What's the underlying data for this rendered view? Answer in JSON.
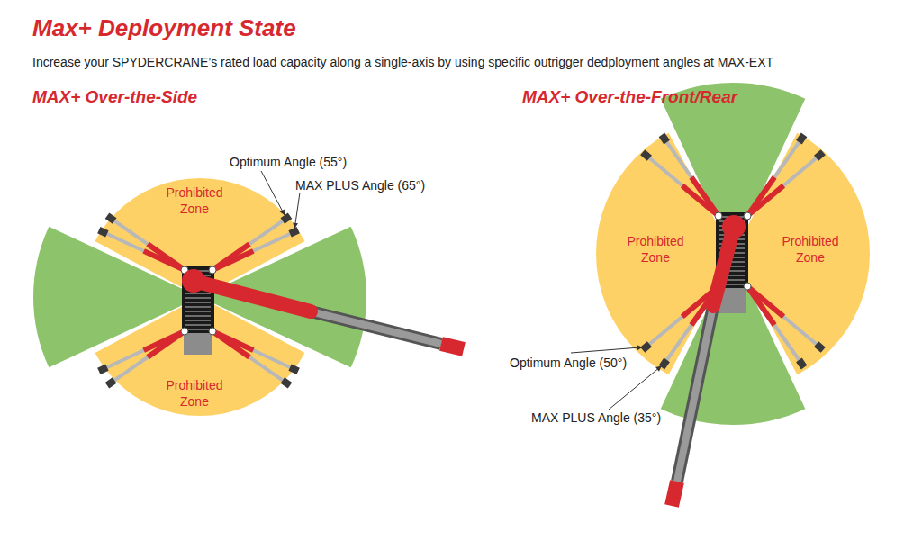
{
  "diagram": {
    "title": "Max+ Deployment State",
    "labels": [
      "Increase your SPYDERCRANE’s rated load capacity along a single-axis by using specific outrigger dedployment angles at MAX-EXT",
      "MAX+ Over-the-Side",
      "MAX+ Over-the-Front/Rear",
      "Prohibited Zone",
      "Prohibited Zone",
      "Optimum Angle (55°)",
      "MAX PLUS Angle (65°)",
      "Prohibited Zone",
      "Prohibited Zone",
      "Optimum Angle (50°)",
      "MAX PLUS Angle (35°)"
    ]
  }
}
